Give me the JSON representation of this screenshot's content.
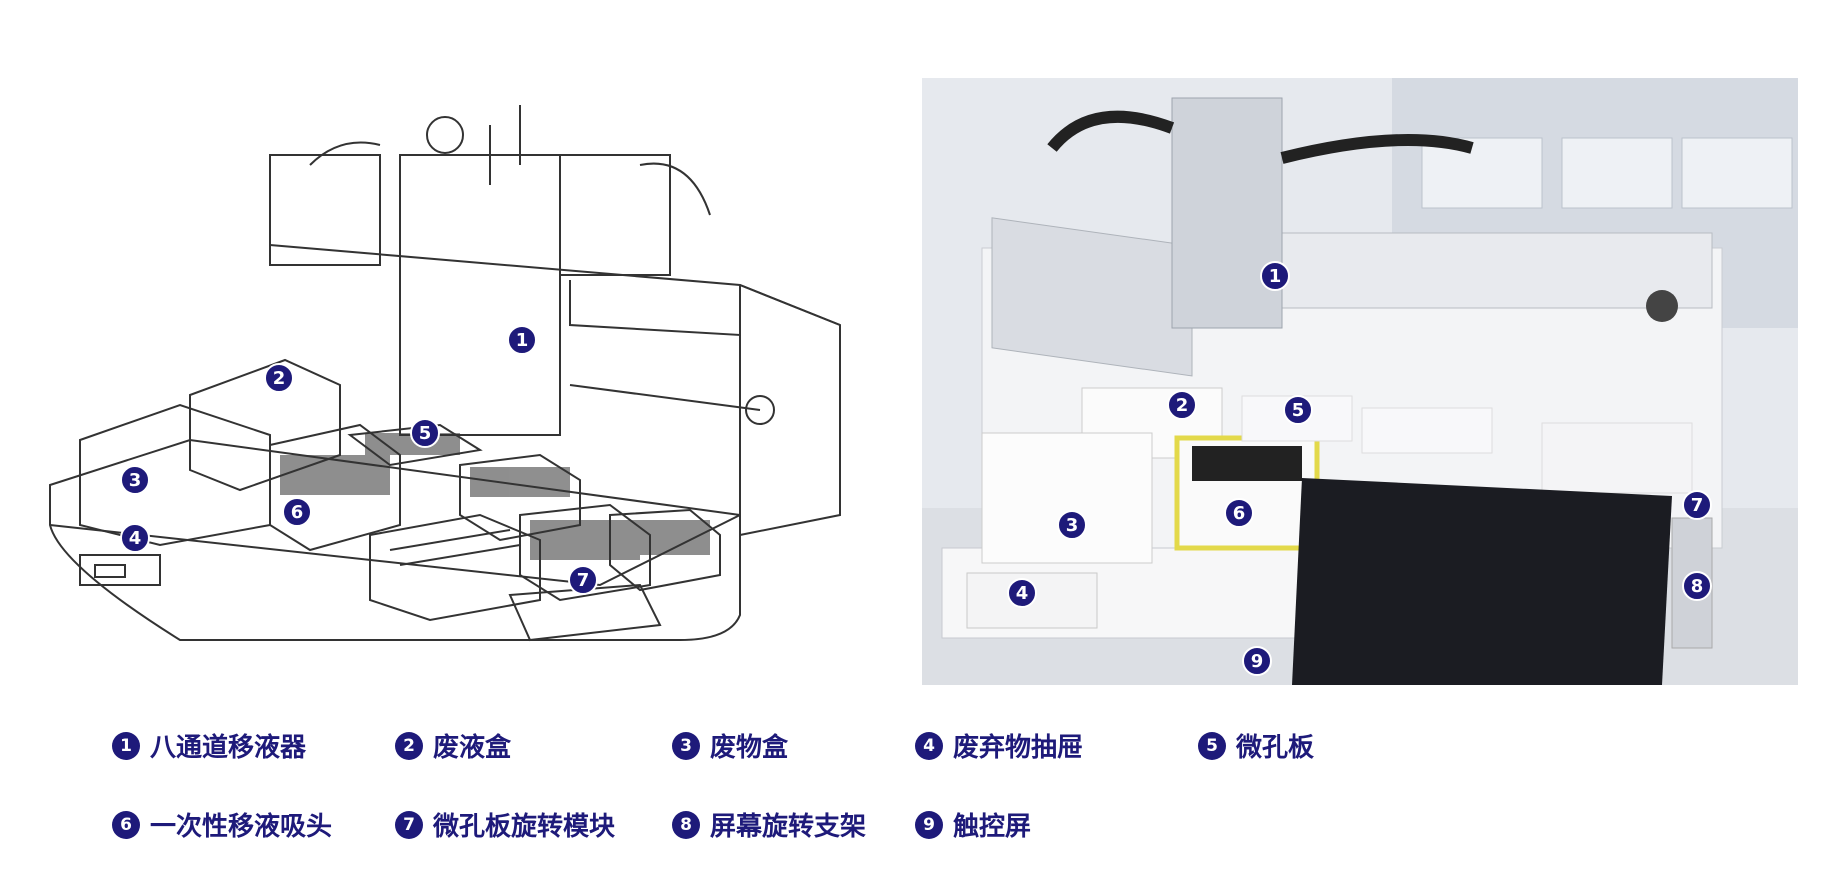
{
  "colors": {
    "accent": "#1e1a7a",
    "line": "#333333",
    "background": "#ffffff"
  },
  "drawing_badges": [
    {
      "num": "1"
    },
    {
      "num": "2"
    },
    {
      "num": "3"
    },
    {
      "num": "4"
    },
    {
      "num": "5"
    },
    {
      "num": "6"
    },
    {
      "num": "7"
    }
  ],
  "photo_badges": [
    {
      "num": "1"
    },
    {
      "num": "2"
    },
    {
      "num": "3"
    },
    {
      "num": "4"
    },
    {
      "num": "5"
    },
    {
      "num": "6"
    },
    {
      "num": "7"
    },
    {
      "num": "8"
    },
    {
      "num": "9"
    }
  ],
  "legend": [
    {
      "num": "1",
      "label": "八通道移液器"
    },
    {
      "num": "2",
      "label": "废液盒"
    },
    {
      "num": "3",
      "label": "废物盒"
    },
    {
      "num": "4",
      "label": "废弃物抽屉"
    },
    {
      "num": "5",
      "label": "微孔板"
    },
    {
      "num": "6",
      "label": "一次性移液吸头"
    },
    {
      "num": "7",
      "label": "微孔板旋转模块"
    },
    {
      "num": "8",
      "label": "屏幕旋转支架"
    },
    {
      "num": "9",
      "label": "触控屏"
    }
  ]
}
